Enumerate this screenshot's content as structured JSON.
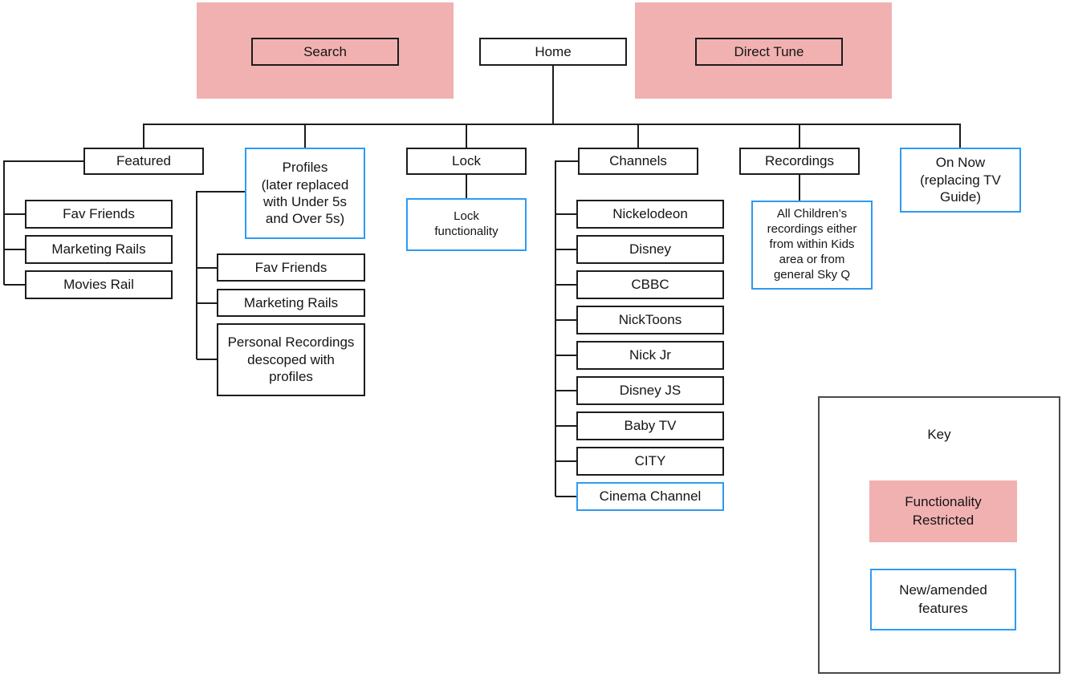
{
  "palette": {
    "restricted_fill": "#F2B1B1",
    "new_feature_border": "#2E9BF2",
    "box_border": "#1C1C1C"
  },
  "nodes": {
    "search": {
      "label": "Search",
      "restricted": true
    },
    "home": {
      "label": "Home"
    },
    "direct_tune": {
      "label": "Direct Tune",
      "restricted": true
    },
    "featured": {
      "label": "Featured",
      "children": [
        {
          "label": "Fav Friends"
        },
        {
          "label": "Marketing Rails"
        },
        {
          "label": "Movies Rail"
        }
      ]
    },
    "profiles": {
      "label": "Profiles\n(later replaced\nwith Under 5s\nand Over 5s)",
      "new": true,
      "children": [
        {
          "label": "Fav Friends"
        },
        {
          "label": "Marketing Rails"
        },
        {
          "label": "Personal Recordings\ndescoped with\nprofiles"
        }
      ]
    },
    "lock": {
      "label": "Lock",
      "children": [
        {
          "label": "Lock\nfunctionality",
          "new": true
        }
      ]
    },
    "channels": {
      "label": "Channels",
      "children": [
        {
          "label": "Nickelodeon"
        },
        {
          "label": "Disney"
        },
        {
          "label": "CBBC"
        },
        {
          "label": "NickToons"
        },
        {
          "label": "Nick Jr"
        },
        {
          "label": "Disney JS"
        },
        {
          "label": "Baby TV"
        },
        {
          "label": "CITY"
        },
        {
          "label": "Cinema Channel",
          "new": true
        }
      ]
    },
    "recordings": {
      "label": "Recordings",
      "children": [
        {
          "label": "All Children’s\nrecordings either\nfrom within Kids\narea or from\ngeneral Sky Q",
          "new": true
        }
      ]
    },
    "on_now": {
      "label": "On Now\n(replacing TV\nGuide)",
      "new": true
    }
  },
  "key": {
    "title": "Key",
    "restricted_label": "Functionality\nRestricted",
    "new_label": "New/amended\nfeatures"
  }
}
